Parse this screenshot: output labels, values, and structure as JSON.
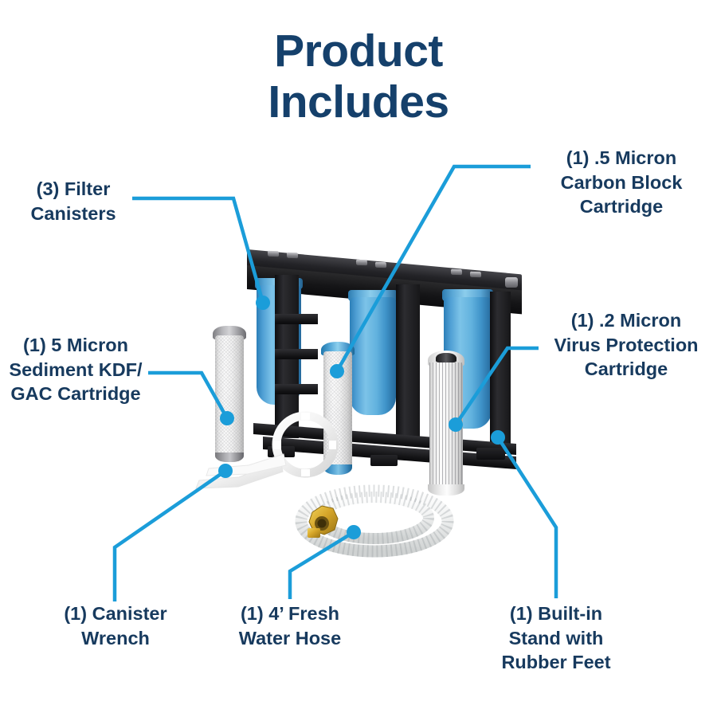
{
  "title": {
    "line1": "Product",
    "line2": "Includes"
  },
  "colors": {
    "title_navy": "#15406b",
    "label_navy": "#173a5e",
    "leader_blue": "#1b9dd9",
    "canister_blue": "#62b2de",
    "stand_black": "#151517",
    "background": "#ffffff"
  },
  "callouts": [
    {
      "id": "filter-canisters",
      "lines": [
        "(3) Filter",
        "Canisters"
      ],
      "position": "left-top"
    },
    {
      "id": "carbon-block-cartridge",
      "lines": [
        "(1) .5 Micron",
        "Carbon Block",
        "Cartridge"
      ],
      "position": "right-top"
    },
    {
      "id": "sediment-kdf-gac-cartridge",
      "lines": [
        "(1) 5 Micron",
        "Sediment KDF/",
        "GAC Cartridge"
      ],
      "position": "left-middle"
    },
    {
      "id": "virus-protection-cartridge",
      "lines": [
        "(1) .2 Micron",
        "Virus Protection",
        "Cartridge"
      ],
      "position": "right-middle"
    },
    {
      "id": "canister-wrench",
      "lines": [
        "(1) Canister",
        "Wrench"
      ],
      "position": "bottom-left"
    },
    {
      "id": "fresh-water-hose",
      "lines": [
        "(1) 4’ Fresh",
        "Water Hose"
      ],
      "position": "bottom-center"
    },
    {
      "id": "built-in-stand",
      "lines": [
        "(1) Built-in",
        "Stand with",
        "Rubber Feet"
      ],
      "position": "bottom-right"
    }
  ],
  "product": {
    "name": "three-stage-water-filtration-system",
    "parts": [
      "filter-canister-left",
      "filter-canister-center",
      "filter-canister-right",
      "sediment-kdf-gac-cartridge",
      "carbon-block-cartridge",
      "virus-protection-cartridge",
      "canister-wrench",
      "fresh-water-hose",
      "built-in-stand"
    ]
  }
}
